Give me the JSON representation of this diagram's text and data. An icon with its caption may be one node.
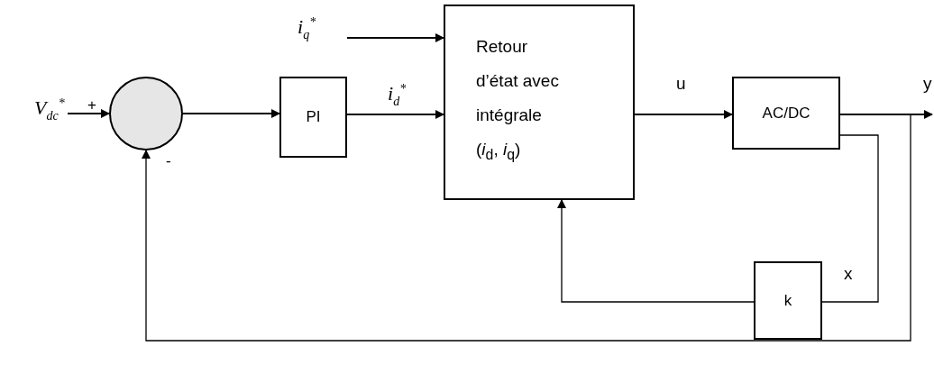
{
  "diagram": {
    "nodes": [
      {
        "text": [],
        "shape": "circle",
        "beside": [
          "+",
          "-"
        ]
      },
      {
        "text": [
          "PI"
        ]
      },
      {
        "text": [
          "Retour d’état avec intégrale (*i*$_{d}$, *i*$_{q}$)"
        ]
      },
      {
        "text": [
          "AC/DC"
        ]
      },
      {
        "text": [
          "k"
        ]
      }
    ],
    "edges": [
      {
        "from": null,
        "to": 0,
        "arrow": "to",
        "label": "V$_{dc}$$^{*}$"
      },
      {
        "from": 0,
        "to": 1,
        "arrow": "to"
      },
      {
        "from": 1,
        "to": 2,
        "arrow": "to",
        "label": "i$_{d}$$^{*}$"
      },
      {
        "from": null,
        "to": 2,
        "arrow": "to",
        "label": "i$_{q}$$^{*}$"
      },
      {
        "from": 2,
        "to": 3,
        "arrow": "to",
        "label": "u"
      },
      {
        "from": 3,
        "to": null,
        "arrow": "to",
        "label": "y"
      },
      {
        "from": 3,
        "to": 4,
        "arrow": "none",
        "label": "x"
      },
      {
        "from": 4,
        "to": 2,
        "arrow": "to"
      },
      {
        "from": 3,
        "to": 0,
        "arrow": "to"
      }
    ]
  }
}
